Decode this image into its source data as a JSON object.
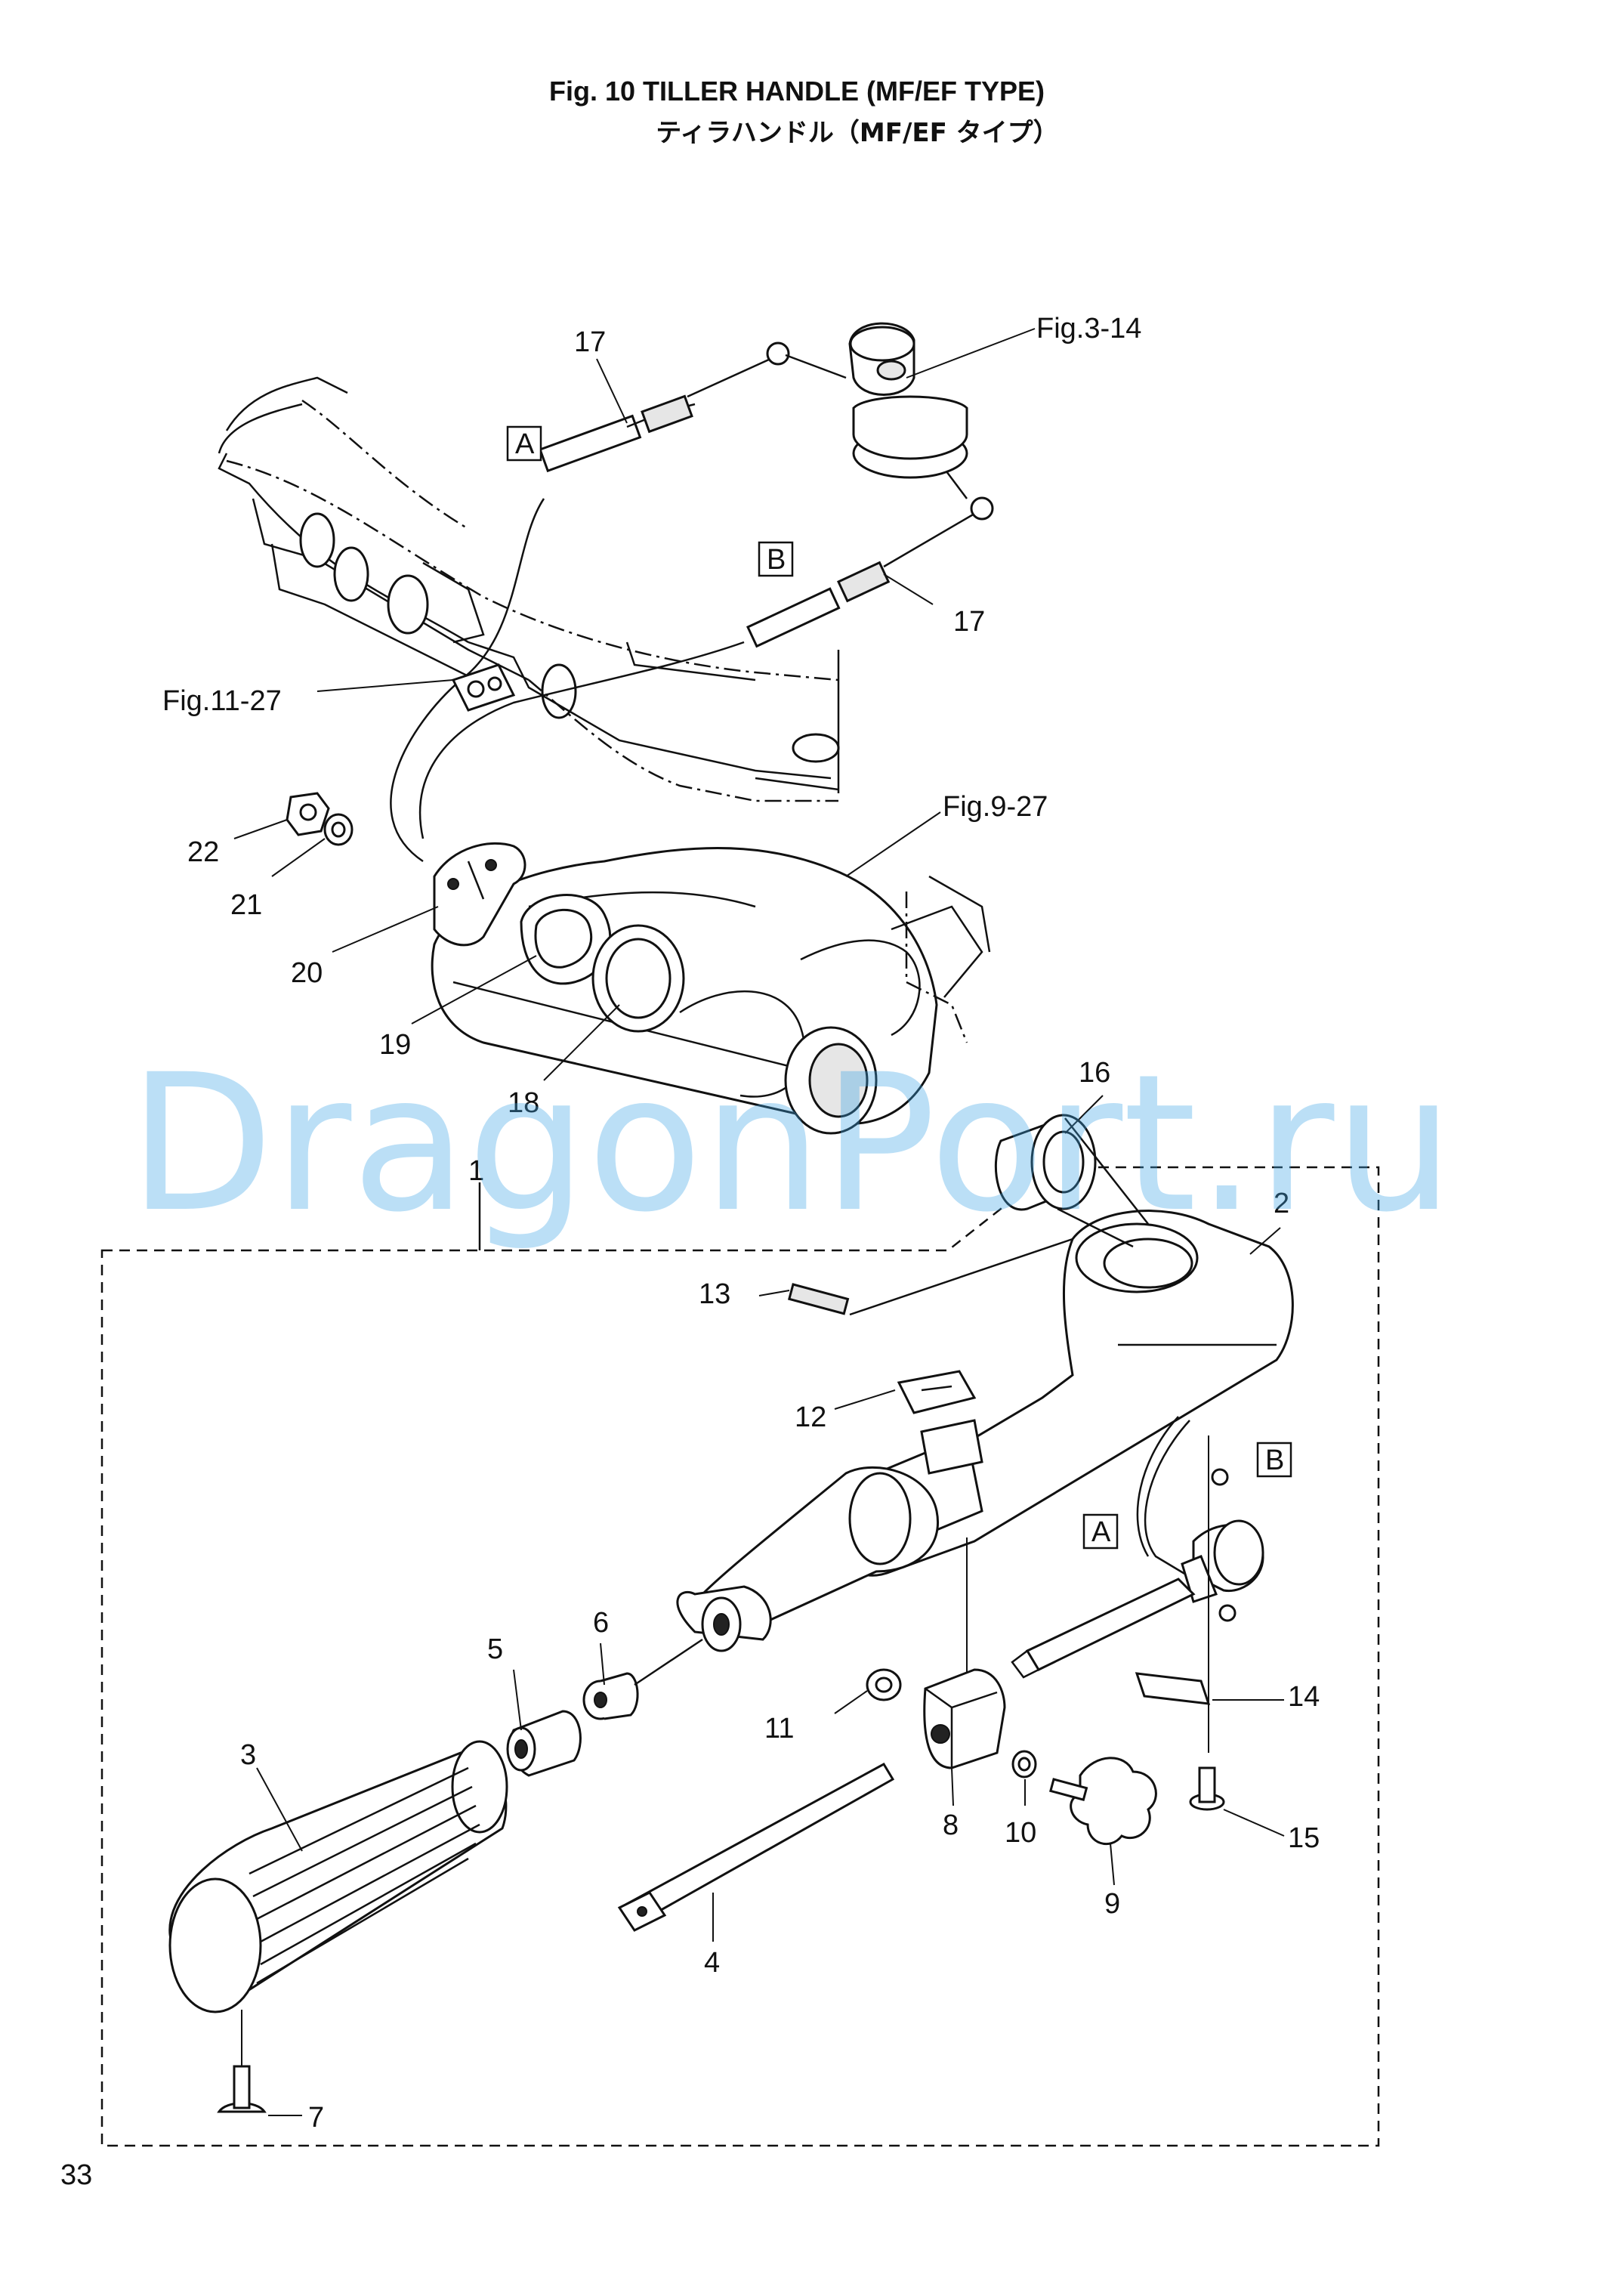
{
  "title": {
    "line1": "Fig. 10   TILLER HANDLE (MF/EF TYPE)",
    "line2": "ティラハンドル（MF/EF タイプ）"
  },
  "watermark": "DragonPort.ru",
  "page_number": "33",
  "refs": {
    "fig3": "Fig.3-14",
    "fig11": "Fig.11-27",
    "fig9": "Fig.9-27"
  },
  "boxes": {
    "a": "A",
    "b": "B"
  },
  "parts": {
    "p1": "1",
    "p2": "2",
    "p3": "3",
    "p4": "4",
    "p5": "5",
    "p6": "6",
    "p7": "7",
    "p8": "8",
    "p9": "9",
    "p10": "10",
    "p11": "11",
    "p12": "12",
    "p13": "13",
    "p14": "14",
    "p15": "15",
    "p16": "16",
    "p17a": "17",
    "p17b": "17",
    "p18": "18",
    "p19": "19",
    "p20": "20",
    "p21": "21",
    "p22": "22"
  },
  "colors": {
    "watermark": "#3ea6e8",
    "ink": "#111111"
  }
}
